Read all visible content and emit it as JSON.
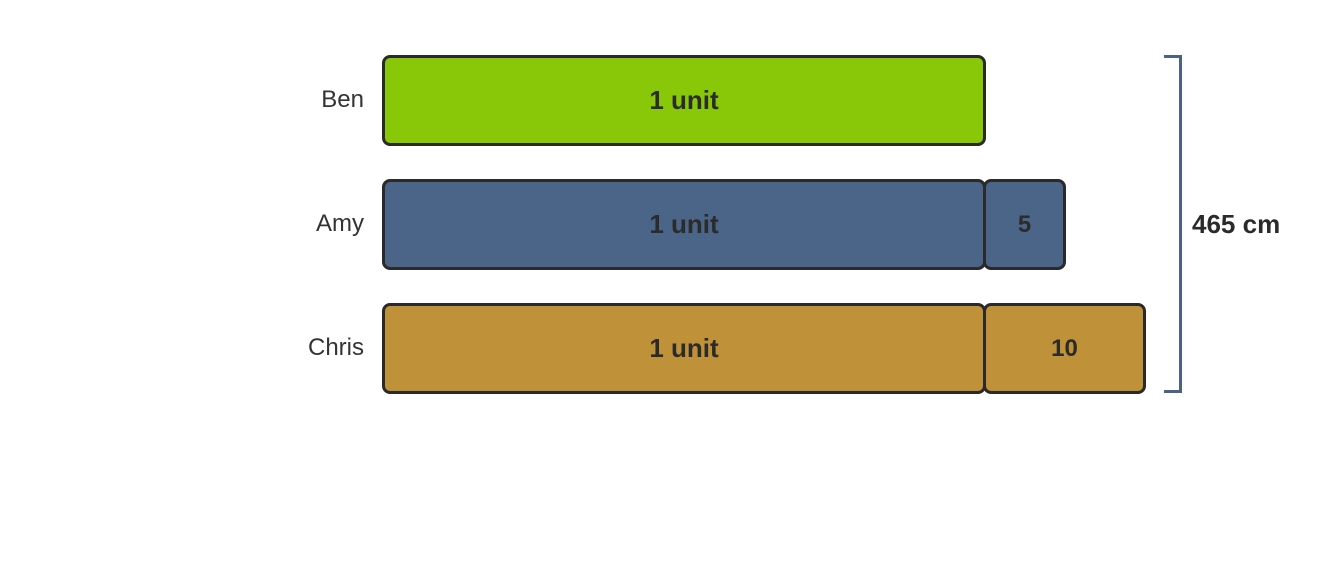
{
  "rows": [
    {
      "name": "Ben",
      "color": "#88c808",
      "unit_label": "1 unit",
      "extra_label": null
    },
    {
      "name": "Amy",
      "color": "#4a6587",
      "unit_label": "1 unit",
      "extra_label": "5"
    },
    {
      "name": "Chris",
      "color": "#bf9239",
      "unit_label": "1 unit",
      "extra_label": "10"
    }
  ],
  "total": {
    "label": "465 cm",
    "bracket_color": "#4a6285"
  }
}
